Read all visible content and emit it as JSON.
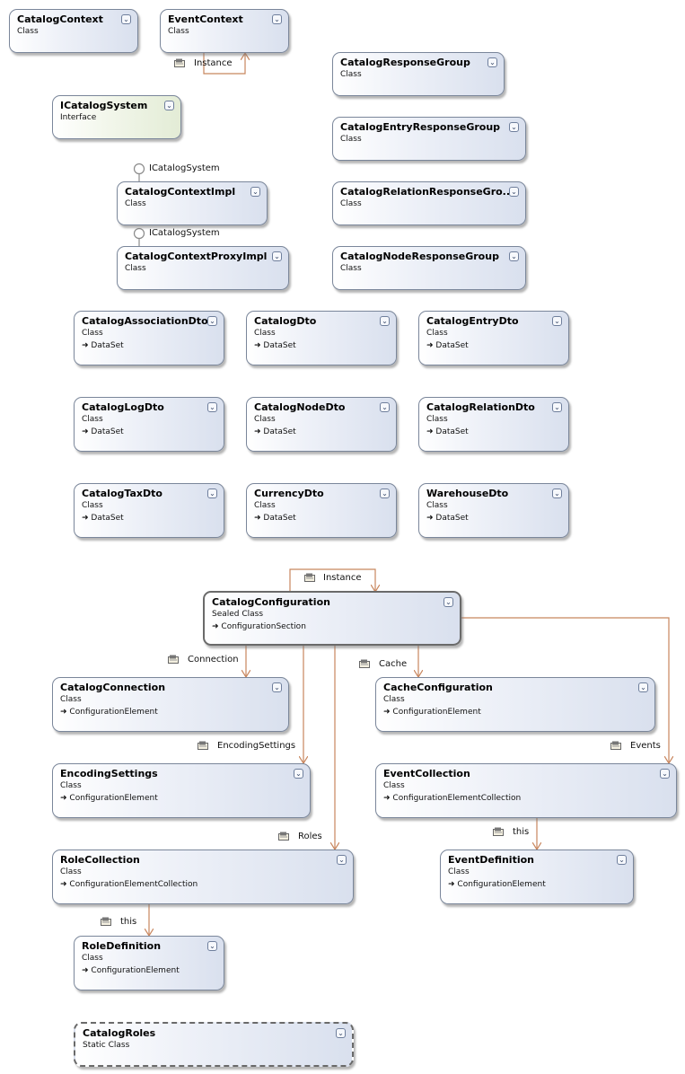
{
  "classes": {
    "catalog_context": {
      "name": "CatalogContext",
      "kind": "Class"
    },
    "event_context": {
      "name": "EventContext",
      "kind": "Class"
    },
    "icatalog_system": {
      "name": "ICatalogSystem",
      "kind": "Interface"
    },
    "catalog_context_impl": {
      "name": "CatalogContextImpl",
      "kind": "Class"
    },
    "catalog_context_proxy_impl": {
      "name": "CatalogContextProxyImpl",
      "kind": "Class"
    },
    "catalog_response_group": {
      "name": "CatalogResponseGroup",
      "kind": "Class"
    },
    "catalog_entry_response_group": {
      "name": "CatalogEntryResponseGroup",
      "kind": "Class"
    },
    "catalog_relation_response_group": {
      "name": "CatalogRelationResponseGro...",
      "kind": "Class"
    },
    "catalog_node_response_group": {
      "name": "CatalogNodeResponseGroup",
      "kind": "Class"
    },
    "catalog_association_dto": {
      "name": "CatalogAssociationDto",
      "kind": "Class",
      "base": "DataSet"
    },
    "catalog_dto": {
      "name": "CatalogDto",
      "kind": "Class",
      "base": "DataSet"
    },
    "catalog_entry_dto": {
      "name": "CatalogEntryDto",
      "kind": "Class",
      "base": "DataSet"
    },
    "catalog_log_dto": {
      "name": "CatalogLogDto",
      "kind": "Class",
      "base": "DataSet"
    },
    "catalog_node_dto": {
      "name": "CatalogNodeDto",
      "kind": "Class",
      "base": "DataSet"
    },
    "catalog_relation_dto": {
      "name": "CatalogRelationDto",
      "kind": "Class",
      "base": "DataSet"
    },
    "catalog_tax_dto": {
      "name": "CatalogTaxDto",
      "kind": "Class",
      "base": "DataSet"
    },
    "currency_dto": {
      "name": "CurrencyDto",
      "kind": "Class",
      "base": "DataSet"
    },
    "warehouse_dto": {
      "name": "WarehouseDto",
      "kind": "Class",
      "base": "DataSet"
    },
    "catalog_configuration": {
      "name": "CatalogConfiguration",
      "kind": "Sealed Class",
      "base": "ConfigurationSection"
    },
    "catalog_connection": {
      "name": "CatalogConnection",
      "kind": "Class",
      "base": "ConfigurationElement"
    },
    "cache_configuration": {
      "name": "CacheConfiguration",
      "kind": "Class",
      "base": "ConfigurationElement"
    },
    "encoding_settings": {
      "name": "EncodingSettings",
      "kind": "Class",
      "base": "ConfigurationElement"
    },
    "event_collection": {
      "name": "EventCollection",
      "kind": "Class",
      "base": "ConfigurationElementCollection"
    },
    "role_collection": {
      "name": "RoleCollection",
      "kind": "Class",
      "base": "ConfigurationElementCollection"
    },
    "event_definition": {
      "name": "EventDefinition",
      "kind": "Class",
      "base": "ConfigurationElement"
    },
    "role_definition": {
      "name": "RoleDefinition",
      "kind": "Class",
      "base": "ConfigurationElement"
    },
    "catalog_roles": {
      "name": "CatalogRoles",
      "kind": "Static Class"
    }
  },
  "associations": {
    "event_instance": "Instance",
    "config_instance": "Instance",
    "connection": "Connection",
    "cache": "Cache",
    "encoding_settings": "EncodingSettings",
    "events": "Events",
    "roles": "Roles",
    "event_this": "this",
    "role_this": "this"
  },
  "lollipops": {
    "impl_interface": "ICatalogSystem",
    "proxy_interface": "ICatalogSystem"
  },
  "symbols": {
    "toggle": "⌄",
    "inherit_arrow": "➜"
  },
  "colors": {
    "connector": "#c8865e",
    "box_border": "#7a869a",
    "interface_tint": "#e3ecd6"
  }
}
